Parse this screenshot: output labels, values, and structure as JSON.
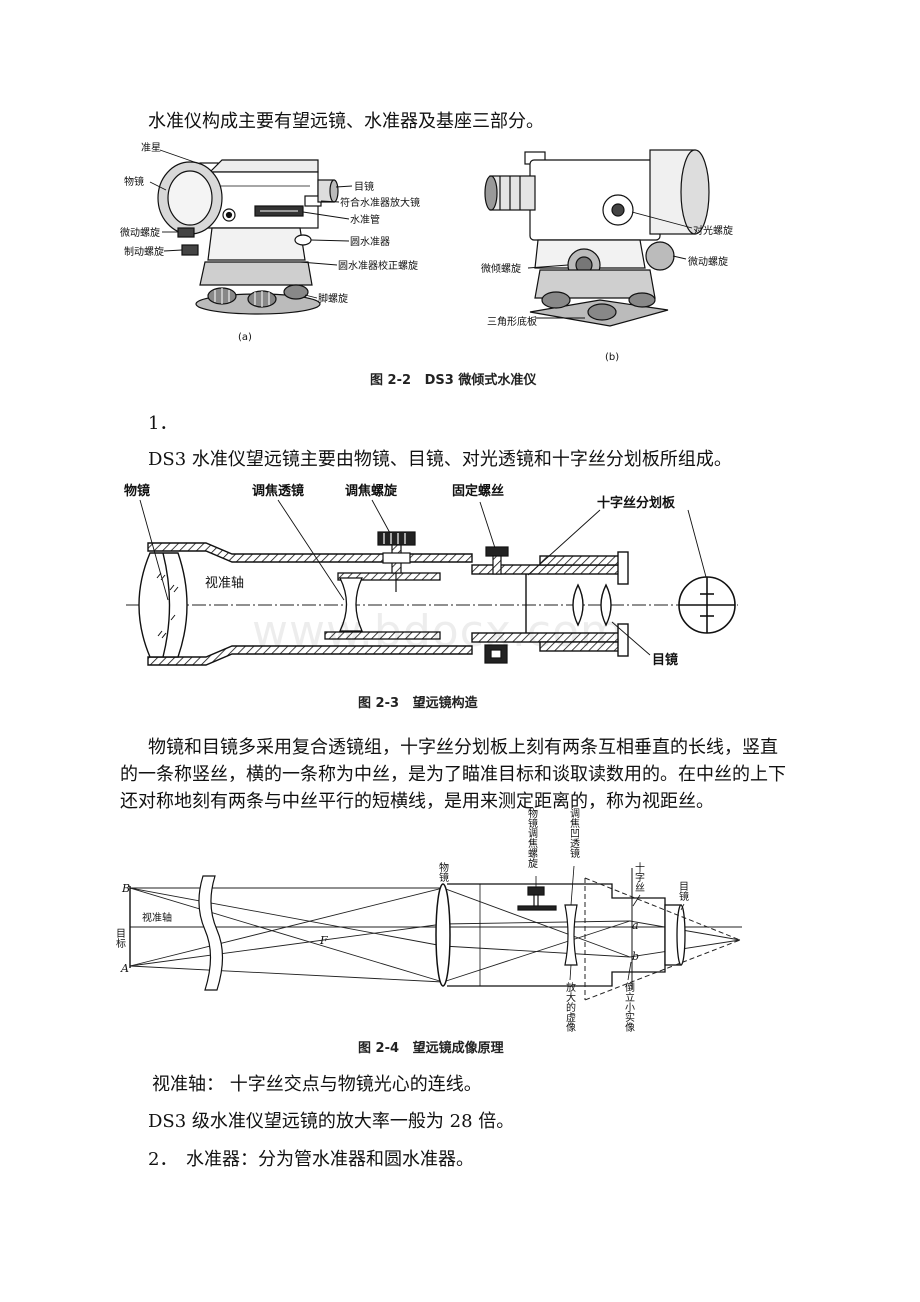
{
  "watermark": "www.bdocx.com",
  "intro": "水准仪构成主要有望远镜、水准器及基座三部分。",
  "fig2_2": {
    "a": {
      "sight": "准星",
      "objective": "物镜",
      "eyepiece": "目镜",
      "coincidence_magnifier": "符合水准器放大镜",
      "tube_level": "水准管",
      "tangent_screw": "微动螺旋",
      "clamp_screw": "制动螺旋",
      "circular_level": "圆水准器",
      "circular_level_adjust": "圆水准器校正螺旋",
      "foot_screw": "脚螺旋",
      "tag": "(a)"
    },
    "b": {
      "focus_screw": "对光螺旋",
      "tilting_screw": "微倾螺旋",
      "tangent_screw": "微动螺旋",
      "triangular_base": "三角形底板",
      "tag": "(b)"
    },
    "caption": "图 2-2   DS3 微倾式水准仪"
  },
  "section1": {
    "number": "1．",
    "text": "DS3 水准仪望远镜主要由物镜、目镜、对光透镜和十字丝分划板所组成。"
  },
  "fig2_3": {
    "objective": "物镜",
    "focusing_lens": "调焦透镜",
    "focusing_screw": "调焦螺旋",
    "fixing_screw": "固定螺丝",
    "reticle": "十字丝分划板",
    "line_of_sight": "视准轴",
    "eyepiece": "目镜",
    "caption": "图 2-3   望远镜构造"
  },
  "paragraph": {
    "line1": "物镜和目镜多采用复合透镜组，十字丝分划板上刻有两条互相垂直的长线，竖直",
    "line2": "的一条称竖丝，横的一条称为中丝，是为了瞄准目标和谈取读数用的。在中丝的上下",
    "line3": "还对称地刻有两条与中丝平行的短横线，是用来测定距离的，称为视距丝。"
  },
  "fig2_4": {
    "objective_focus_screw": "物镜调焦螺旋",
    "concave_focus_lens": "调焦凹透镜",
    "objective": "物镜",
    "crosshair": "十字丝",
    "eyepiece": "目镜",
    "point_b": "B",
    "point_a": "A",
    "line_of_sight": "视准轴",
    "target": "目标",
    "focus_f": "F",
    "image_a": "a",
    "image_b": "b",
    "virtual_image": "放大的虚像",
    "real_image": "倒立小实像",
    "caption": "图 2-4   望远镜成像原理"
  },
  "definition": "视准轴： 十字丝交点与物镜光心的连线。",
  "magnification": "DS3 级水准仪望远镜的放大率一般为 28 倍。",
  "section2": {
    "number": "2．",
    "text": "水准器：分为管水准器和圆水准器。"
  }
}
